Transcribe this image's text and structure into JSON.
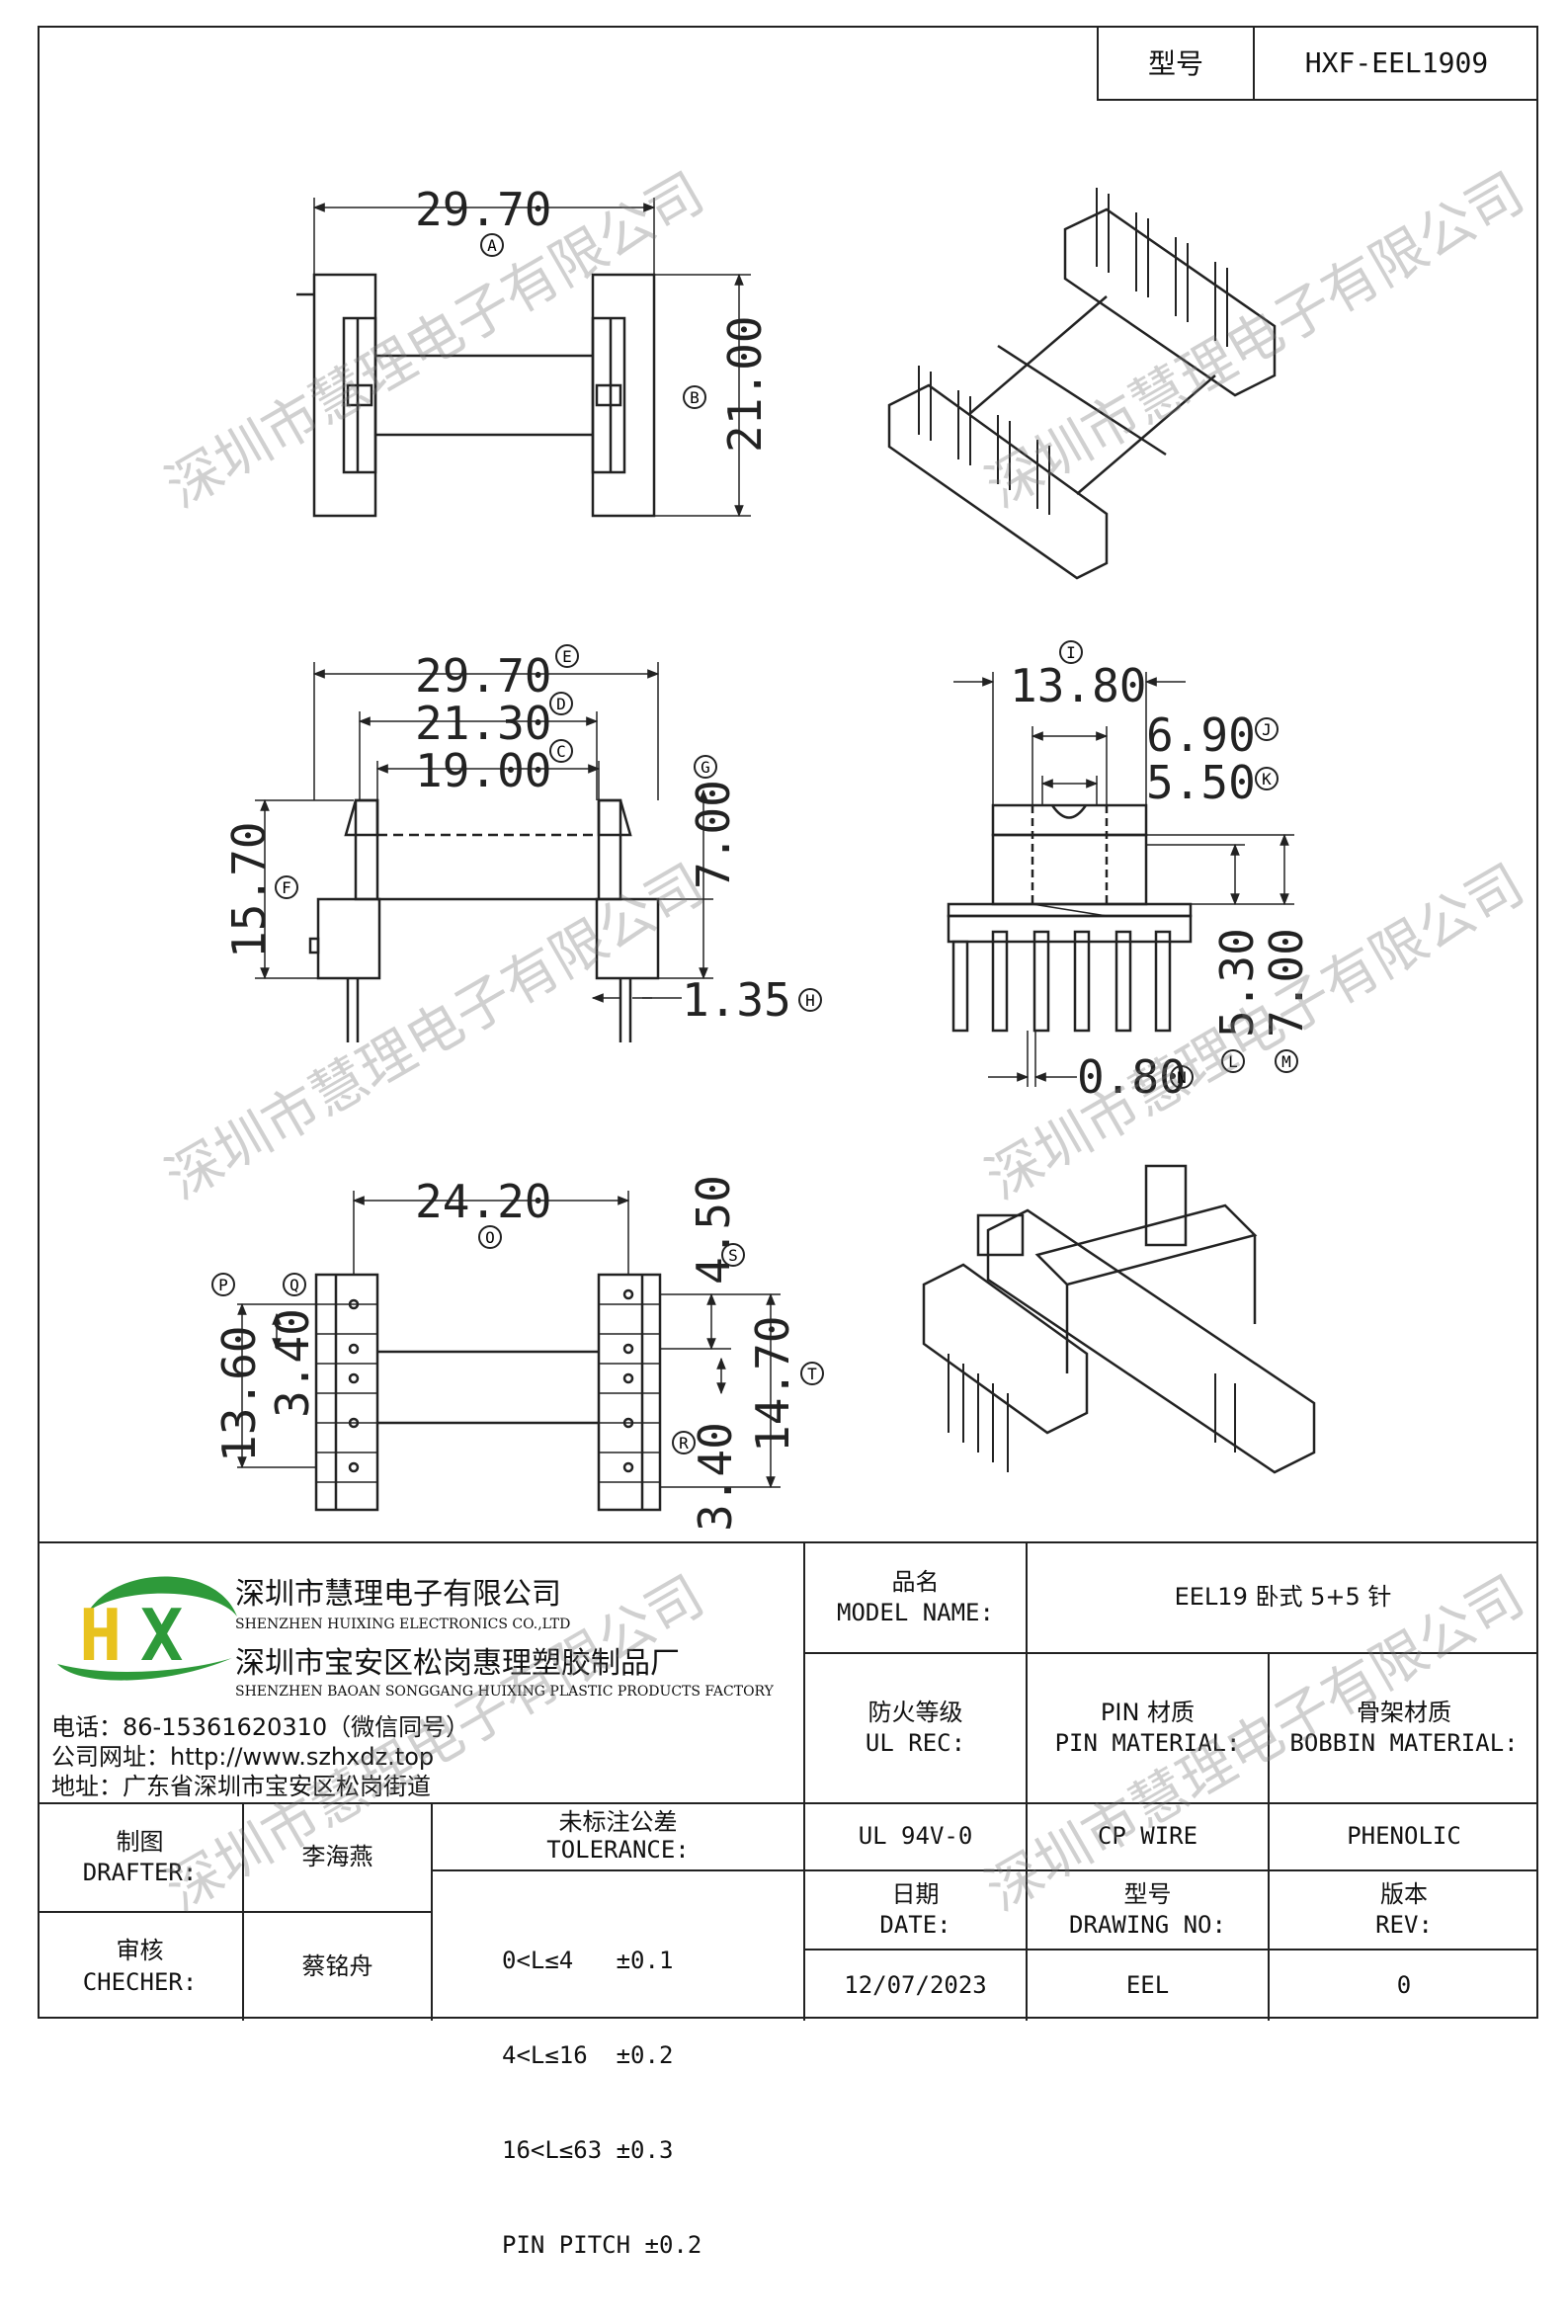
{
  "header": {
    "model_label": "型号",
    "model_value": "HXF-EEL1909"
  },
  "watermark": "深圳市慧理电子有限公司",
  "dims": {
    "top": {
      "a_val": "29.70",
      "a_tag": "A",
      "b_val": "21.00",
      "b_tag": "B"
    },
    "side": {
      "e_val": "29.70",
      "e_tag": "E",
      "d_val": "21.30",
      "d_tag": "D",
      "c_val": "19.00",
      "c_tag": "C",
      "f_val": "15.70",
      "f_tag": "F",
      "g_val": "7.00",
      "g_tag": "G",
      "h_val": "1.35",
      "h_tag": "H"
    },
    "end": {
      "i_val": "13.80",
      "i_tag": "I",
      "j_val": "6.90",
      "j_tag": "J",
      "k_val": "5.50",
      "k_tag": "K",
      "l_val": "5.30",
      "l_tag": "L",
      "m_val": "7.00",
      "m_tag": "M",
      "n_val": "0.80",
      "n_tag": "N"
    },
    "bottom": {
      "o_val": "24.20",
      "o_tag": "O",
      "p_tag": "P",
      "q_tag": "Q",
      "p_val": "13.60",
      "q_val": "3.40",
      "s_val": "4.50",
      "s_tag": "S",
      "t_val": "14.70",
      "t_tag": "T",
      "r_val": "3.40",
      "r_tag": "R"
    }
  },
  "company": {
    "name_cn": "深圳市慧理电子有限公司",
    "name_en": "SHENZHEN HUIXING ELECTRONICS CO.,LTD",
    "factory_cn": "深圳市宝安区松岗惠理塑胶制品厂",
    "factory_en": "SHENZHEN BAOAN SONGGANG HUIXING PLASTIC PRODUCTS FACTORY",
    "phone": "电话：86-15361620310（微信同号）",
    "website": "公司网址：http://www.szhxdz.top",
    "address": "地址：广东省深圳市宝安区松岗街道",
    "logo_h": "H",
    "logo_x": "X",
    "colors": {
      "logo_green": "#2e9a3a",
      "logo_yellow": "#e8c21e"
    }
  },
  "table": {
    "model_name_label_cn": "品名",
    "model_name_label_en": "MODEL NAME:",
    "model_name_value": "EEL19 卧式 5+5 针",
    "ul_label_cn": "防火等级",
    "ul_label_en": "UL REC:",
    "pin_label_cn": "PIN 材质",
    "pin_label_en": "PIN MATERIAL:",
    "bobbin_label_cn": "骨架材质",
    "bobbin_label_en": "BOBBIN MATERIAL:",
    "ul_value": "UL 94V-0",
    "pin_value": "CP WIRE",
    "bobbin_value": "PHENOLIC",
    "drafter_cn": "制图",
    "drafter_en": "DRAFTER:",
    "drafter_name": "李海燕",
    "checker_cn": "审核",
    "checker_en": "CHECHER:",
    "checker_name": "蔡铭舟",
    "tolerance_cn": "未标注公差",
    "tolerance_en": "TOLERANCE:",
    "tol_1": "0<L≤4   ±0.1",
    "tol_2": "4<L≤16  ±0.2",
    "tol_3": "16<L≤63 ±0.3",
    "tol_4": "PIN PITCH ±0.2",
    "date_cn": "日期",
    "date_en": "DATE:",
    "drawing_cn": "型号",
    "drawing_en": "DRAWING NO:",
    "rev_cn": "版本",
    "rev_en": "REV:",
    "date_value": "12/07/2023",
    "drawing_value": "EEL",
    "rev_value": "0"
  }
}
